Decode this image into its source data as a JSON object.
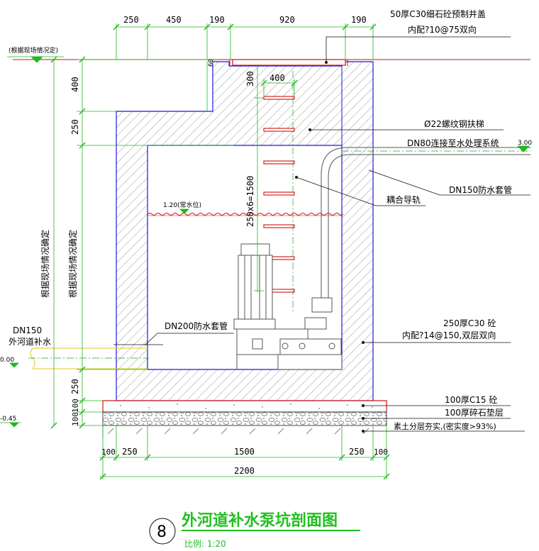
{
  "dims": {
    "top": [
      "250",
      "450",
      "190",
      "920",
      "190"
    ],
    "bottom": [
      "100",
      "250",
      "1500",
      "250",
      "100"
    ],
    "total": "2200",
    "left_vertical": [
      "400",
      "250",
      "250",
      "100",
      "100"
    ],
    "left_offset": "60",
    "ladder_width": "400",
    "ladder_top": "300",
    "ladder_spacing": "250x6=1500"
  },
  "labels": {
    "site_elev": "(根据现场情况定)",
    "vert_determine_1": "根据现场情况确定",
    "vert_determine_2": "根据现场情况确定",
    "cover": "50厚C30细石砼预制井盖",
    "cover_rebar": "内配?10@75双向",
    "ladder": "Ø22螺纹钢扶梯",
    "dn80": "DN80连接至水处理系统",
    "dn80_elev": "3.00",
    "coupling": "耦合导轨",
    "dn150_sleeve": "DN150防水套管",
    "water_level": "1.20(常水位)",
    "dn200_sleeve": "DN200防水套管",
    "inlet_dn": "DN150",
    "inlet_name": "外河道补水",
    "inlet_elev": "0.00",
    "bottom_elev": "-0.45",
    "wall": "250厚C30 砼",
    "wall_rebar": "内配?14@150,双层双向",
    "c15": "100厚C15 砼",
    "gravel": "100厚碎石垫层",
    "soil": "素土分层夯实,(密实度>93%)"
  },
  "title": {
    "number": "8",
    "name": "外河道补水泵坑剖面图",
    "scale": "比例: 1:20"
  }
}
